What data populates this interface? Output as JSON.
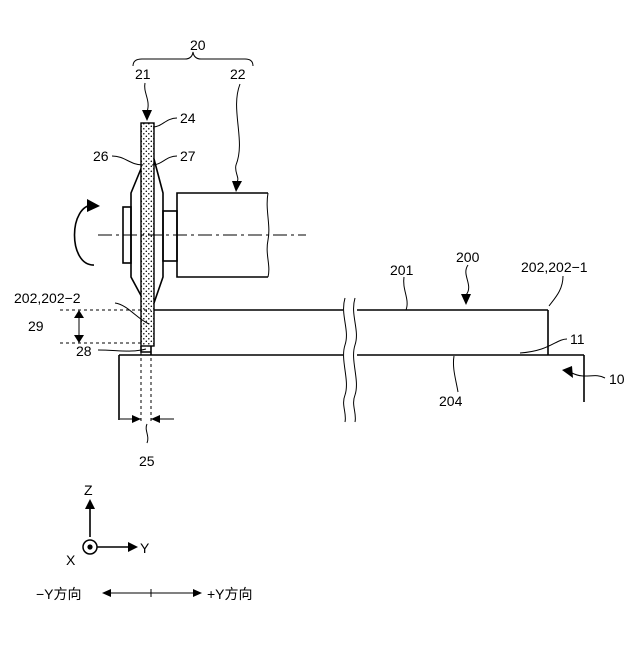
{
  "labels": {
    "group_20": "20",
    "blade_unit_21": "21",
    "spindle_22": "22",
    "edge_24": "24",
    "flange_26": "26",
    "base_27": "27",
    "gap_25": "25",
    "height_29": "29",
    "corner_28": "28",
    "face_202_2": "202,202−2",
    "face_202_1": "202,202−1",
    "workpiece_200": "200",
    "top_201": "201",
    "bottom_204": "204",
    "table_11": "11",
    "chuck_10": "10"
  },
  "axes": {
    "z": "Z",
    "y": "Y",
    "x": "X"
  },
  "direction": {
    "minus_y": "−Y方向",
    "plus_y": "+Y方向"
  },
  "colors": {
    "line": "#000000",
    "background": "#ffffff"
  }
}
